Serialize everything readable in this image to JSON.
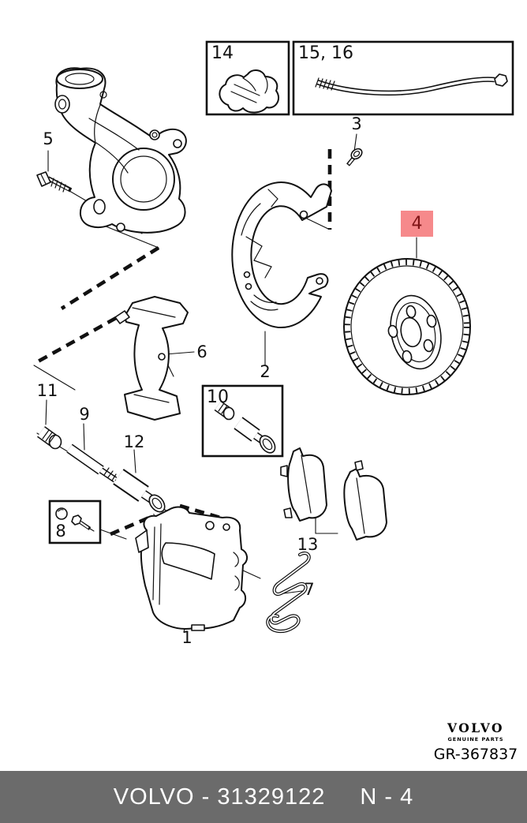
{
  "colors": {
    "line": "#111111",
    "highlight_bg": "#f6898b",
    "highlight_fg": "#7f1416",
    "footer_bg": "#6b6b6b",
    "footer_fg": "#ffffff"
  },
  "diagram": {
    "callouts": [
      {
        "label": "1"
      },
      {
        "label": "2"
      },
      {
        "label": "3"
      },
      {
        "label": "4",
        "highlighted": true
      },
      {
        "label": "5"
      },
      {
        "label": "6"
      },
      {
        "label": "7"
      },
      {
        "label": "8"
      },
      {
        "label": "9"
      },
      {
        "label": "10"
      },
      {
        "label": "11"
      },
      {
        "label": "12"
      },
      {
        "label": "13"
      },
      {
        "label": "14"
      },
      {
        "label": "15, 16"
      }
    ]
  },
  "branding": {
    "wordmark": "VOLVO",
    "tagline": "GENUINE PARTS",
    "doc_ref": "GR-367837"
  },
  "footer": {
    "part_line": "VOLVO - 31329122",
    "page_ref": "N - 4"
  }
}
